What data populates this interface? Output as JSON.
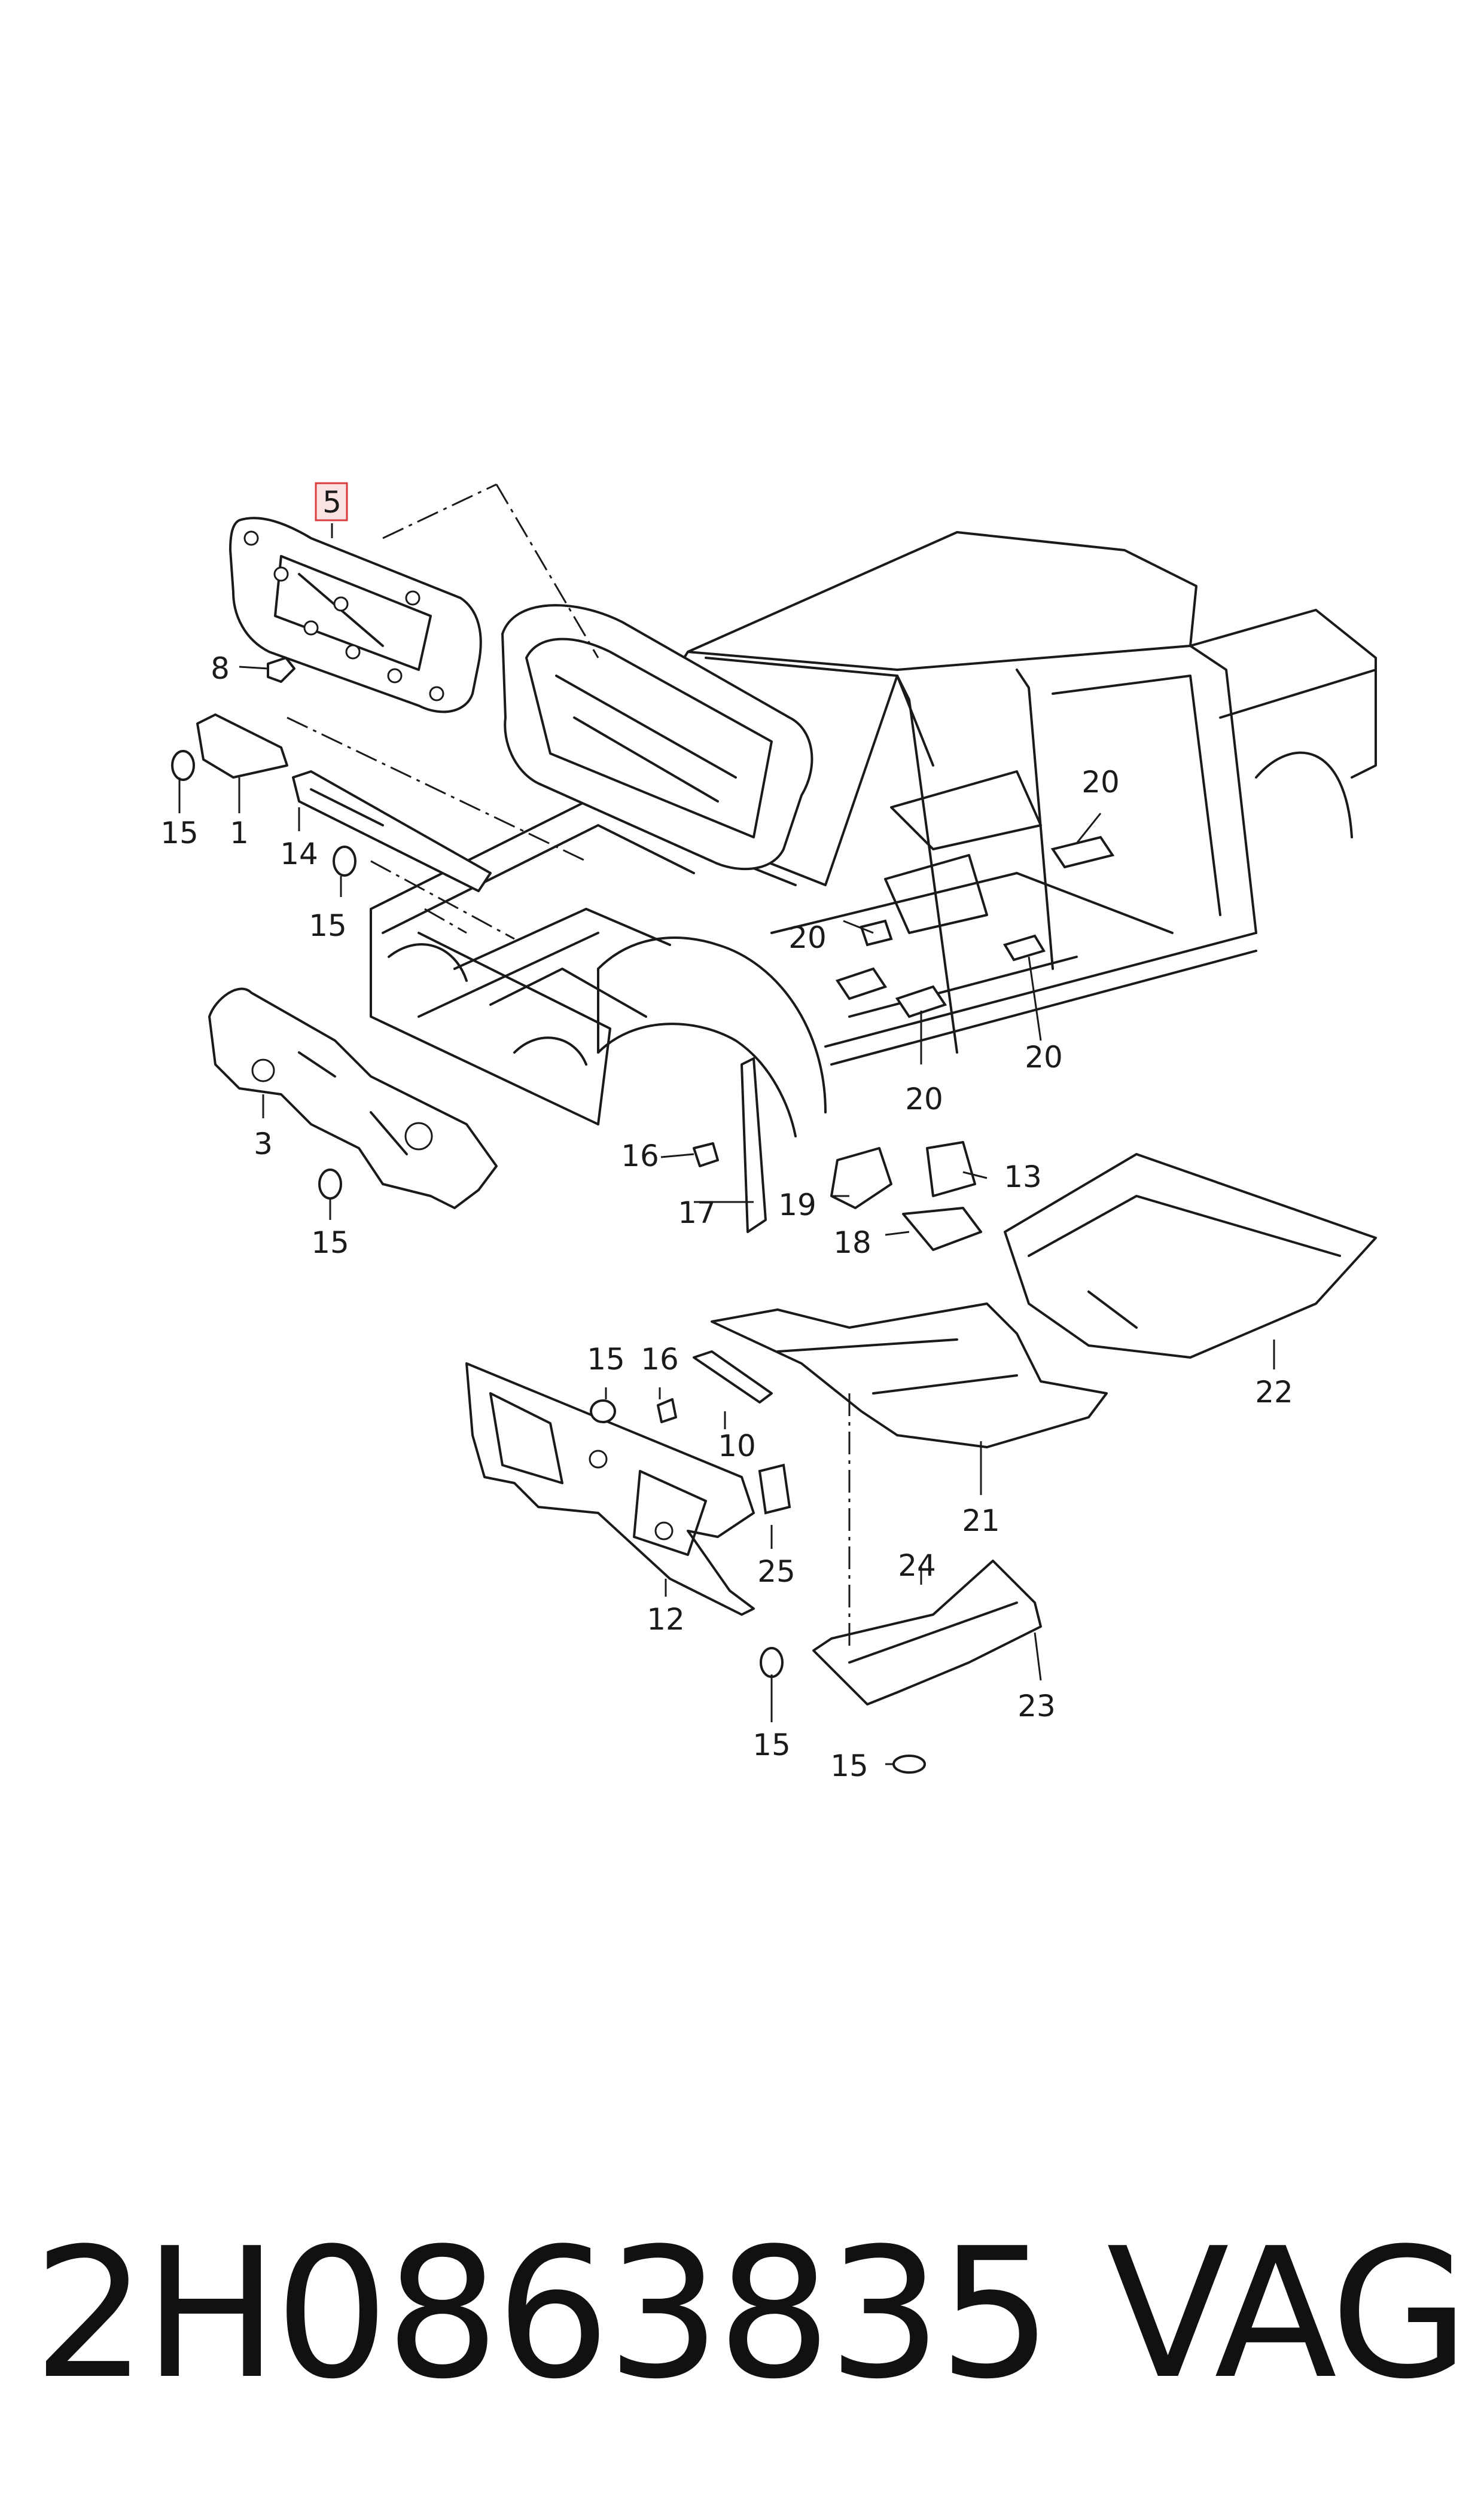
{
  "diagram": {
    "highlighted_part": "5",
    "highlight_color": "#d83b3b",
    "callouts": [
      "5",
      "8",
      "15",
      "1",
      "14",
      "15",
      "3",
      "15",
      "20",
      "20",
      "20",
      "20",
      "16",
      "17",
      "19",
      "13",
      "18",
      "22",
      "15",
      "16",
      "10",
      "12",
      "25",
      "21",
      "24",
      "23",
      "15",
      "15"
    ]
  },
  "caption": {
    "part_number": "2H0863835",
    "brand": "VAG"
  }
}
